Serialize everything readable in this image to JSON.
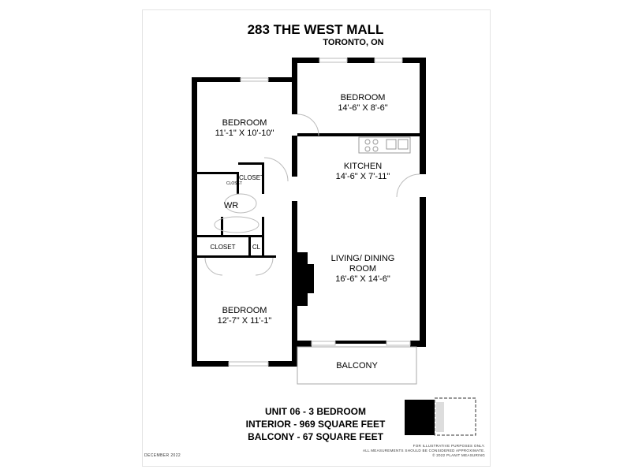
{
  "header": {
    "address": "283 THE WEST MALL",
    "city": "TORONTO, ON"
  },
  "rooms": {
    "bedroom_top_right": {
      "name": "BEDROOM",
      "dims": "14'-6\" X 8'-6\""
    },
    "bedroom_top_left": {
      "name": "BEDROOM",
      "dims": "11'-1\" X 10'-10\""
    },
    "kitchen": {
      "name": "KITCHEN",
      "dims": "14'-6\" X 7'-11\""
    },
    "living": {
      "name": "LIVING/ DINING",
      "name2": "ROOM",
      "dims": "16'-6\" X 14'-6\""
    },
    "bedroom_bottom": {
      "name": "BEDROOM",
      "dims": "12'-7\" X 11'-1\""
    },
    "wr": "WR",
    "closet1": "CLOSET",
    "closet2": "CLOSET",
    "closet3": "CLOSET",
    "cl": "CL",
    "balcony": "BALCONY"
  },
  "summary": {
    "line1": "UNIT 06 - 3 BEDROOM",
    "line2": "INTERIOR - 969 SQUARE FEET",
    "line3": "BALCONY - 67 SQUARE FEET"
  },
  "disclaimer": {
    "line1": "FOR ILLUSTRATIVE PURPOSES ONLY.",
    "line2": "ALL MEASUREMENTS SHOULD BE CONSIDERED APPROXIMATE.",
    "line3": "© 2022 PLANIT MEASURING"
  },
  "date": "DECEMBER 2022"
}
